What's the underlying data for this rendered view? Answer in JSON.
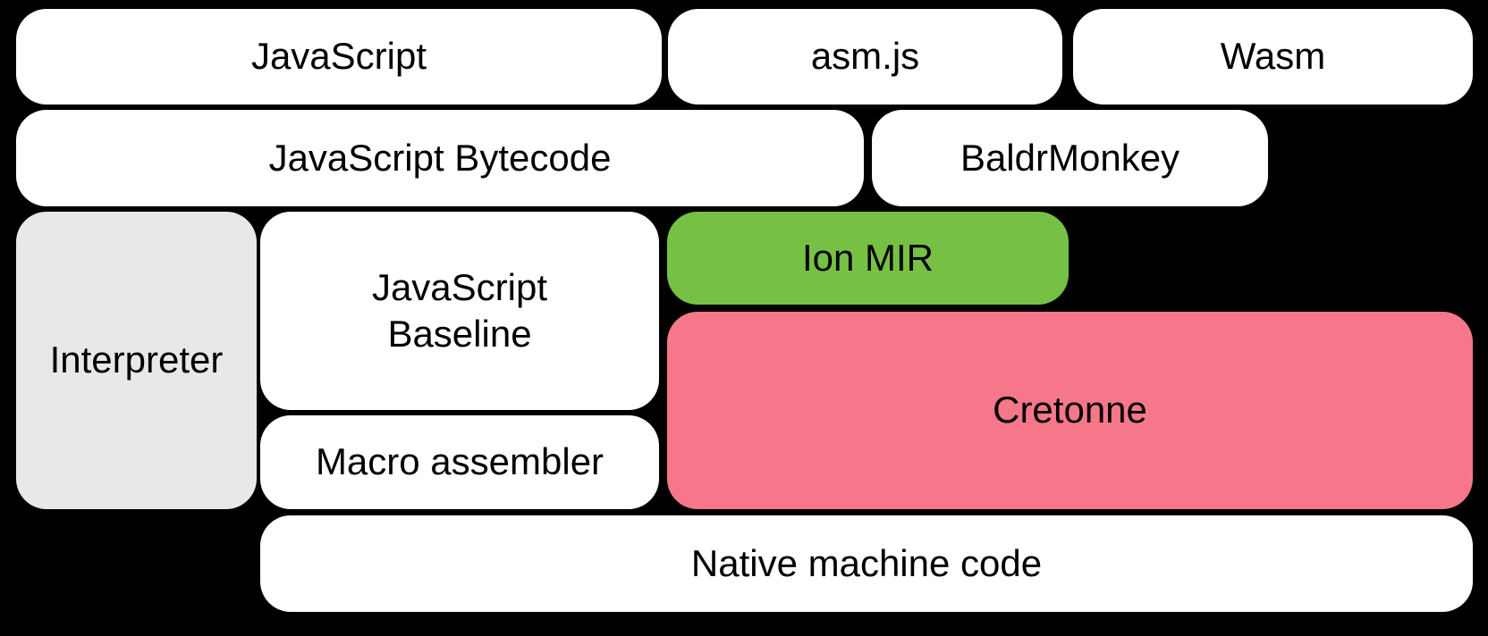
{
  "diagram": {
    "nodes": {
      "javascript": {
        "label": "JavaScript"
      },
      "asmjs": {
        "label": "asm.js"
      },
      "wasm": {
        "label": "Wasm"
      },
      "js_bytecode": {
        "label": "JavaScript Bytecode"
      },
      "baldrmonkey": {
        "label": "BaldrMonkey"
      },
      "interpreter": {
        "label": "Interpreter"
      },
      "js_baseline": {
        "label": "JavaScript Baseline"
      },
      "ion_mir": {
        "label": "Ion MIR"
      },
      "cretonne": {
        "label": "Cretonne"
      },
      "macro_assembler": {
        "label": "Macro assembler"
      },
      "native_code": {
        "label": "Native machine code"
      }
    }
  },
  "colors": {
    "background": "#000000",
    "box_white": "#ffffff",
    "box_gray": "#e8e8e8",
    "box_green": "#76c144",
    "box_pink": "#f57789",
    "text": "#000000"
  }
}
